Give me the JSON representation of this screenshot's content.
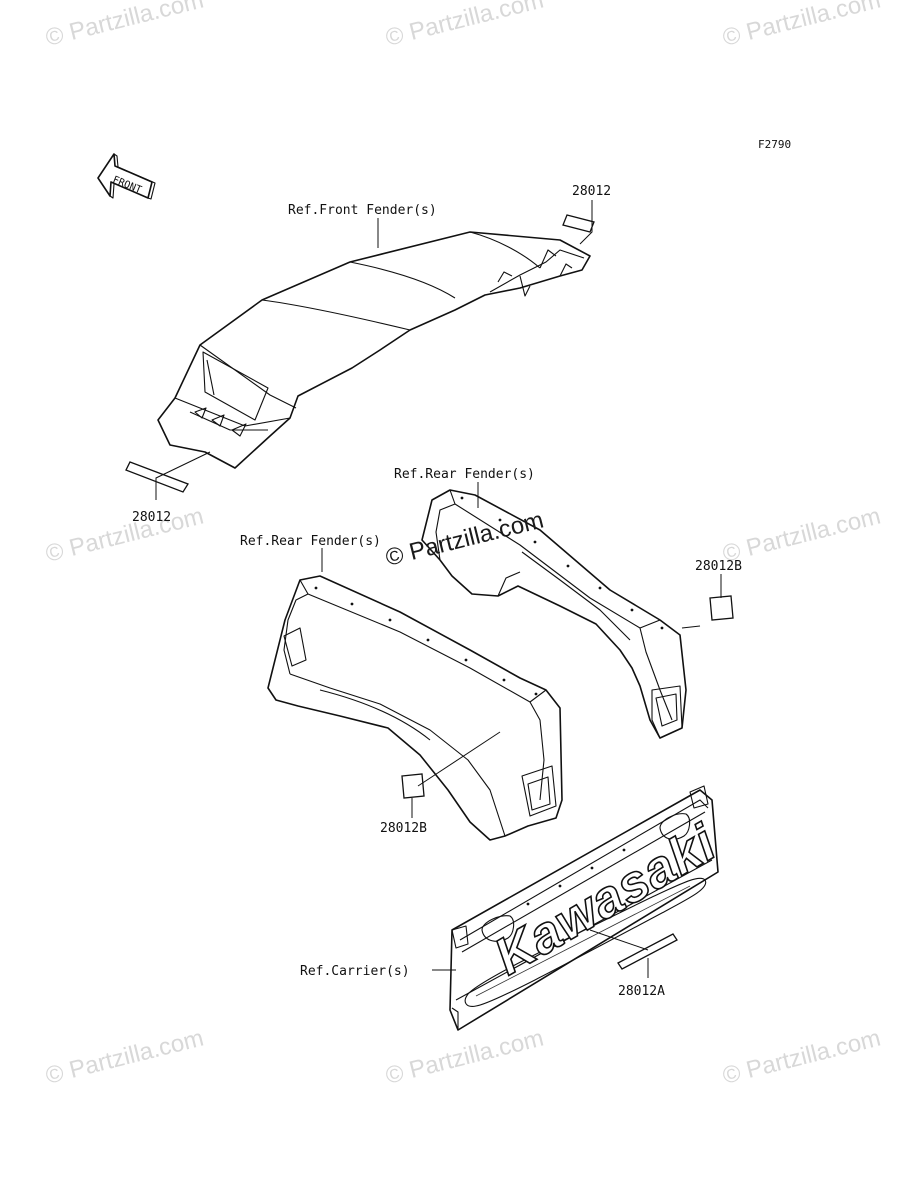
{
  "watermark": "© Partzilla.com",
  "watermark_center": "© Partzilla.com",
  "figure_code": "F2790",
  "front_arrow_label": "FRONT",
  "labels": {
    "front_fender": "Ref.Front Fender(s)",
    "rear_fender_right": "Ref.Rear Fender(s)",
    "rear_fender_left": "Ref.Rear Fender(s)",
    "carrier": "Ref.Carrier(s)",
    "part_28012_top": "28012",
    "part_28012_left": "28012",
    "part_28012b_right": "28012B",
    "part_28012b_left": "28012B",
    "part_28012a": "28012A"
  },
  "carrier_brand_text": "Kawasaki"
}
